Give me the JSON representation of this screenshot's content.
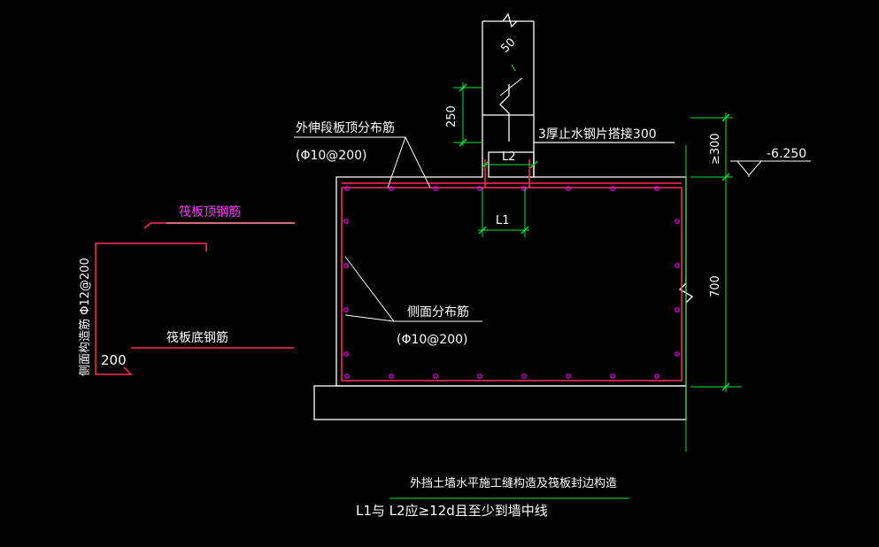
{
  "colors": {
    "background": "#000000",
    "outline": "#ffffff",
    "rebar": "#ff2d55",
    "dots": "#ff00ff",
    "dimension": "#00e63a",
    "text": "#ffffff",
    "highlight_text": "#ff33ff"
  },
  "labels": {
    "top_dist_bar": "外伸段板顶分布筋",
    "top_dist_spec": "(Φ10@200)",
    "waterstop": "3厚止水钢片搭接300",
    "side_dist_bar": "侧面分布筋",
    "side_dist_spec": "(Φ10@200)",
    "raft_top_bar": "筏板顶钢筋",
    "raft_bottom_bar": "筏板底钢筋",
    "side_construct_bar": "侧面构造筋 Φ12@200",
    "hook_length": "200",
    "elevation": "-6.250",
    "slope_mark": "50",
    "dim_250": "250",
    "dim_300": "≥300",
    "dim_700": "700",
    "L1": "L1",
    "L2": "L2",
    "caption_title": "外挡土墙水平施工缝构造及筏板封边构造",
    "caption_note": "L1与 L2应≥12d且至少到墙中线"
  }
}
